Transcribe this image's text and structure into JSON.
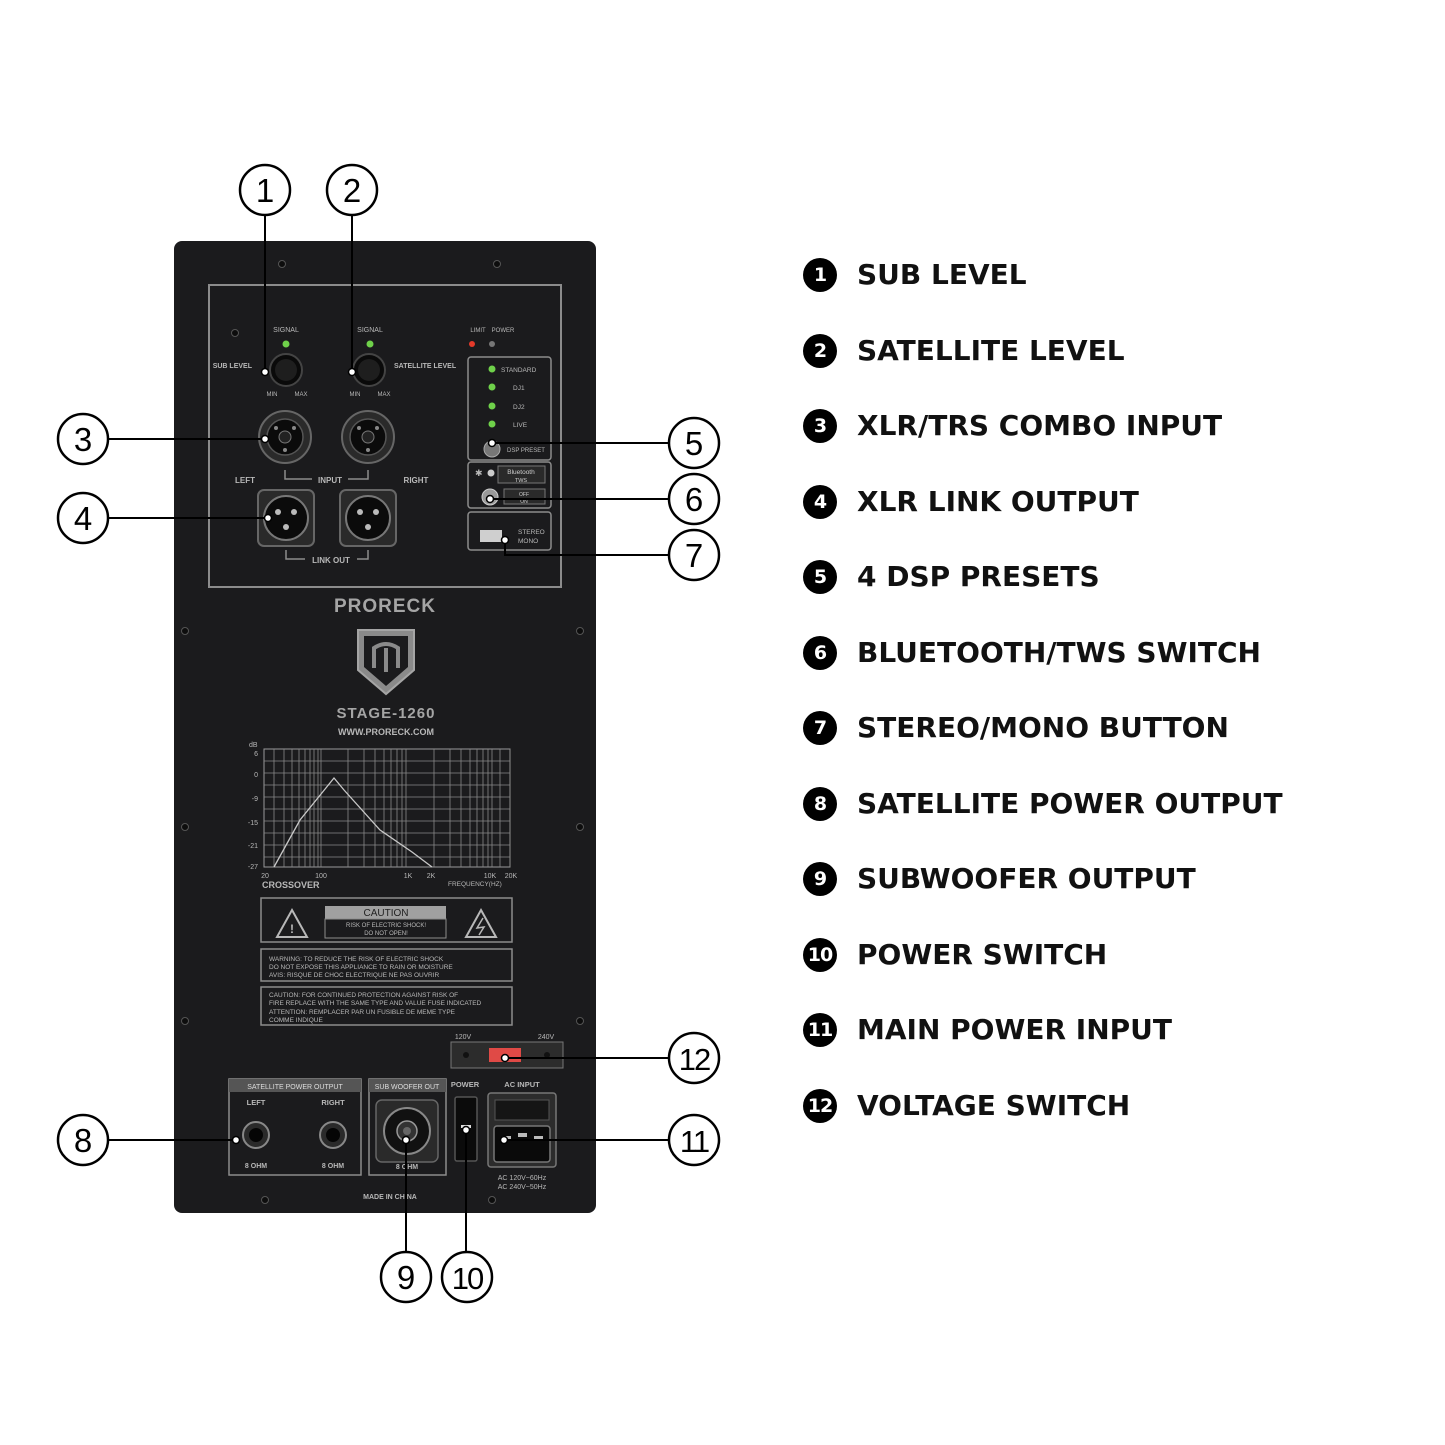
{
  "panel": {
    "brand": "PRORECK",
    "model": "STAGE-1260",
    "website": "WWW.PRORECK.COM",
    "made_in": "MADE IN CHINA",
    "controls": {
      "signal_label": "SIGNAL",
      "sub_level_label": "SUB LEVEL",
      "satellite_level_label": "SATELLITE LEVEL",
      "min_label": "MIN",
      "max_label": "MAX",
      "limit_label": "LIMIT",
      "power_label": "POWER",
      "input_label": "INPUT",
      "left_label": "LEFT",
      "right_label": "RIGHT",
      "link_out_label": "LINK OUT"
    },
    "dsp": {
      "presets": [
        "STANDARD",
        "DJ1",
        "DJ2",
        "LIVE"
      ],
      "button_label": "DSP PRESET",
      "bluetooth_label": "Bluetooth",
      "tws_label": "TWS",
      "off_label": "OFF",
      "on_label": "ON",
      "stereo_label": "STEREO",
      "mono_label": "MONO"
    },
    "graph": {
      "y_unit": "dB",
      "y_ticks": [
        "6",
        "0",
        "-9",
        "-15",
        "-21",
        "-27"
      ],
      "x_ticks": [
        "20",
        "100",
        "1K",
        "2K",
        "10K",
        "20K"
      ],
      "crossover_label": "CROSSOVER",
      "frequency_label": "FREQUENCY(HZ)"
    },
    "caution": {
      "title": "CAUTION",
      "subtitle_1": "RISK OF ELECTRIC SHOCK!",
      "subtitle_2": "DO NOT OPEN!",
      "warning_1": "WARNING: TO REDUCE THE RISK OF ELECTRIC SHOCK",
      "warning_2": "DO NOT EXPOSE THIS APPLIANCE TO RAIN OR MOISTURE",
      "avis": "AVIS: RISQUE DE CHOC ELECTRIQUE NE PAS OUVRIR",
      "caution_1": "CAUTION: FOR CONTINUED PROTECTION AGAINST RISK OF",
      "caution_2": "FIRE REPLACE WITH THE SAME TYPE AND VALUE FUSE INDICATED",
      "attention_1": "ATTENTION:   REMPLACER PAR UN FUSIBLE DE MEME TYPE",
      "attention_2": "COMME INDIQUE"
    },
    "bottom": {
      "voltage_120": "120V",
      "voltage_240": "240V",
      "satellite_output_label": "SATELLITE POWER OUTPUT",
      "sub_output_label": "SUB WOOFER OUT",
      "power_label": "POWER",
      "ac_input_label": "AC INPUT",
      "left_label": "LEFT",
      "right_label": "RIGHT",
      "ohm_label": "8 OHM",
      "ac_rating_1": "AC 120V~60Hz",
      "ac_rating_2": "AC 240V~50Hz"
    }
  },
  "callouts": [
    "1",
    "2",
    "3",
    "4",
    "5",
    "6",
    "7",
    "8",
    "9",
    "10",
    "11",
    "12"
  ],
  "legend": [
    {
      "num": "1",
      "label": "SUB LEVEL"
    },
    {
      "num": "2",
      "label": "SATELLITE LEVEL"
    },
    {
      "num": "3",
      "label": "XLR/TRS COMBO INPUT"
    },
    {
      "num": "4",
      "label": "XLR LINK OUTPUT"
    },
    {
      "num": "5",
      "label": "4 DSP PRESETS"
    },
    {
      "num": "6",
      "label": "BLUETOOTH/TWS SWITCH"
    },
    {
      "num": "7",
      "label": "STEREO/MONO BUTTON"
    },
    {
      "num": "8",
      "label": "SATELLITE POWER OUTPUT"
    },
    {
      "num": "9",
      "label": "SUBWOOFER OUTPUT"
    },
    {
      "num": "10",
      "label": "POWER SWITCH"
    },
    {
      "num": "11",
      "label": "MAIN POWER INPUT"
    },
    {
      "num": "12",
      "label": "VOLTAGE SWITCH"
    }
  ],
  "colors": {
    "panel": "#1b1b1d",
    "panel_line": "#8c8c8c",
    "label_gray": "#b8b8b8",
    "led_green": "#6fd14a",
    "led_red": "#e53a2a"
  }
}
